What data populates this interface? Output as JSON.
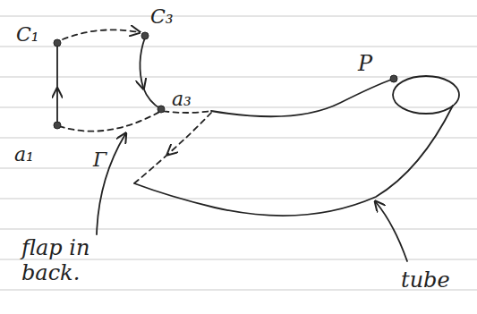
{
  "diagram": {
    "labels": [
      "C₁",
      "C₃",
      "P",
      "a₃",
      "a₁",
      "Γ",
      "flap in back.",
      "tube"
    ]
  }
}
